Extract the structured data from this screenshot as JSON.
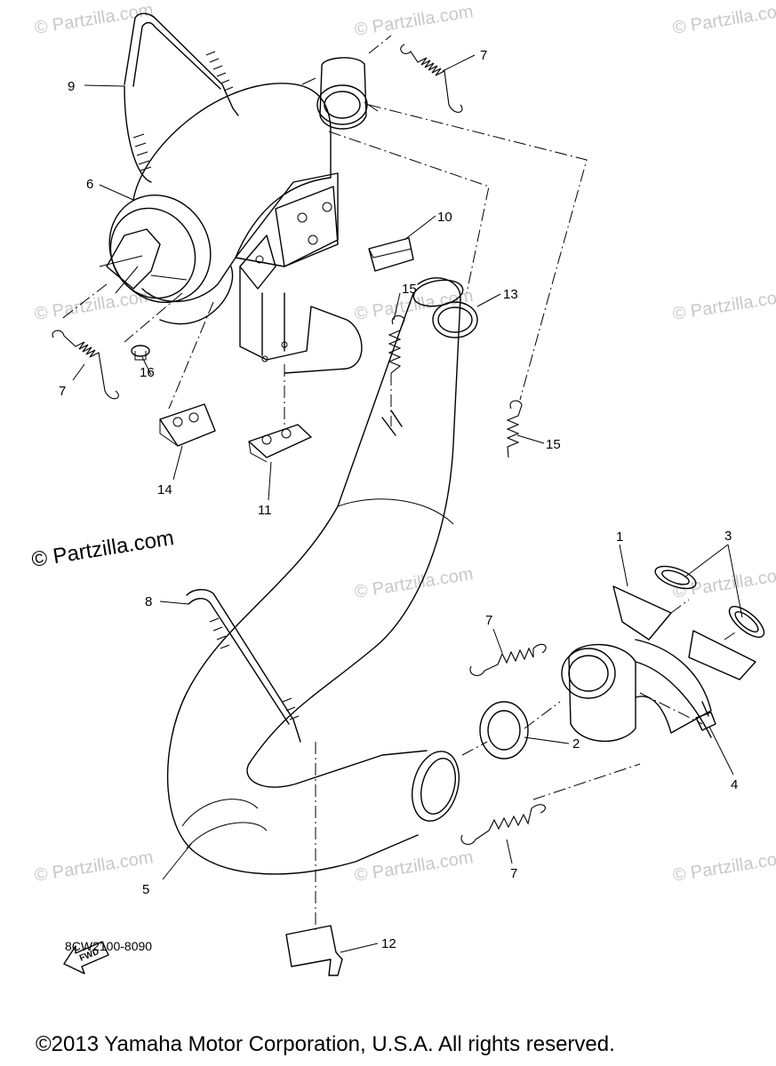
{
  "watermark": "© Partzilla.com",
  "brand_watermark": "© Partzilla.com",
  "diagram_code": "8CW2100-8090",
  "fwd_label": "FWD",
  "copyright": "©2013  Yamaha Motor Corporation, U.S.A. All rights reserved.",
  "callouts": [
    "1",
    "2",
    "3",
    "4",
    "5",
    "6",
    "7",
    "7",
    "7",
    "7",
    "8",
    "9",
    "10",
    "11",
    "12",
    "13",
    "14",
    "15",
    "15",
    "16"
  ]
}
